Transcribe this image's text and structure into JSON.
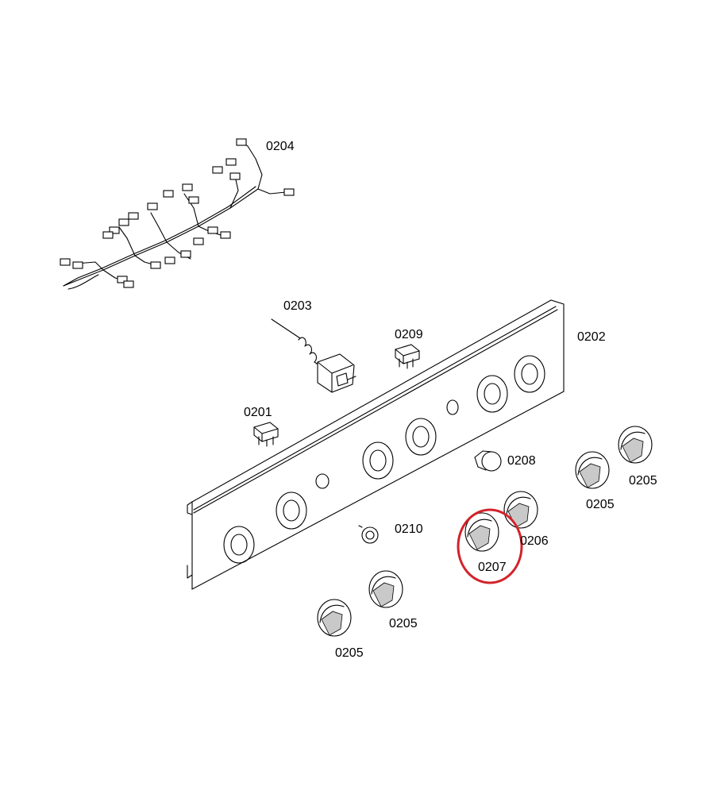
{
  "labels": {
    "p0201": "0201",
    "p0202": "0202",
    "p0203": "0203",
    "p0204": "0204",
    "p0205_a": "0205",
    "p0205_b": "0205",
    "p0205_c": "0205",
    "p0205_d": "0205",
    "p0206": "0206",
    "p0207": "0207",
    "p0208": "0208",
    "p0209": "0209",
    "p0210": "0210"
  },
  "colors": {
    "line": "#000000",
    "highlight": "#d2232a",
    "background": "#ffffff"
  },
  "highlighted_part": "0207"
}
